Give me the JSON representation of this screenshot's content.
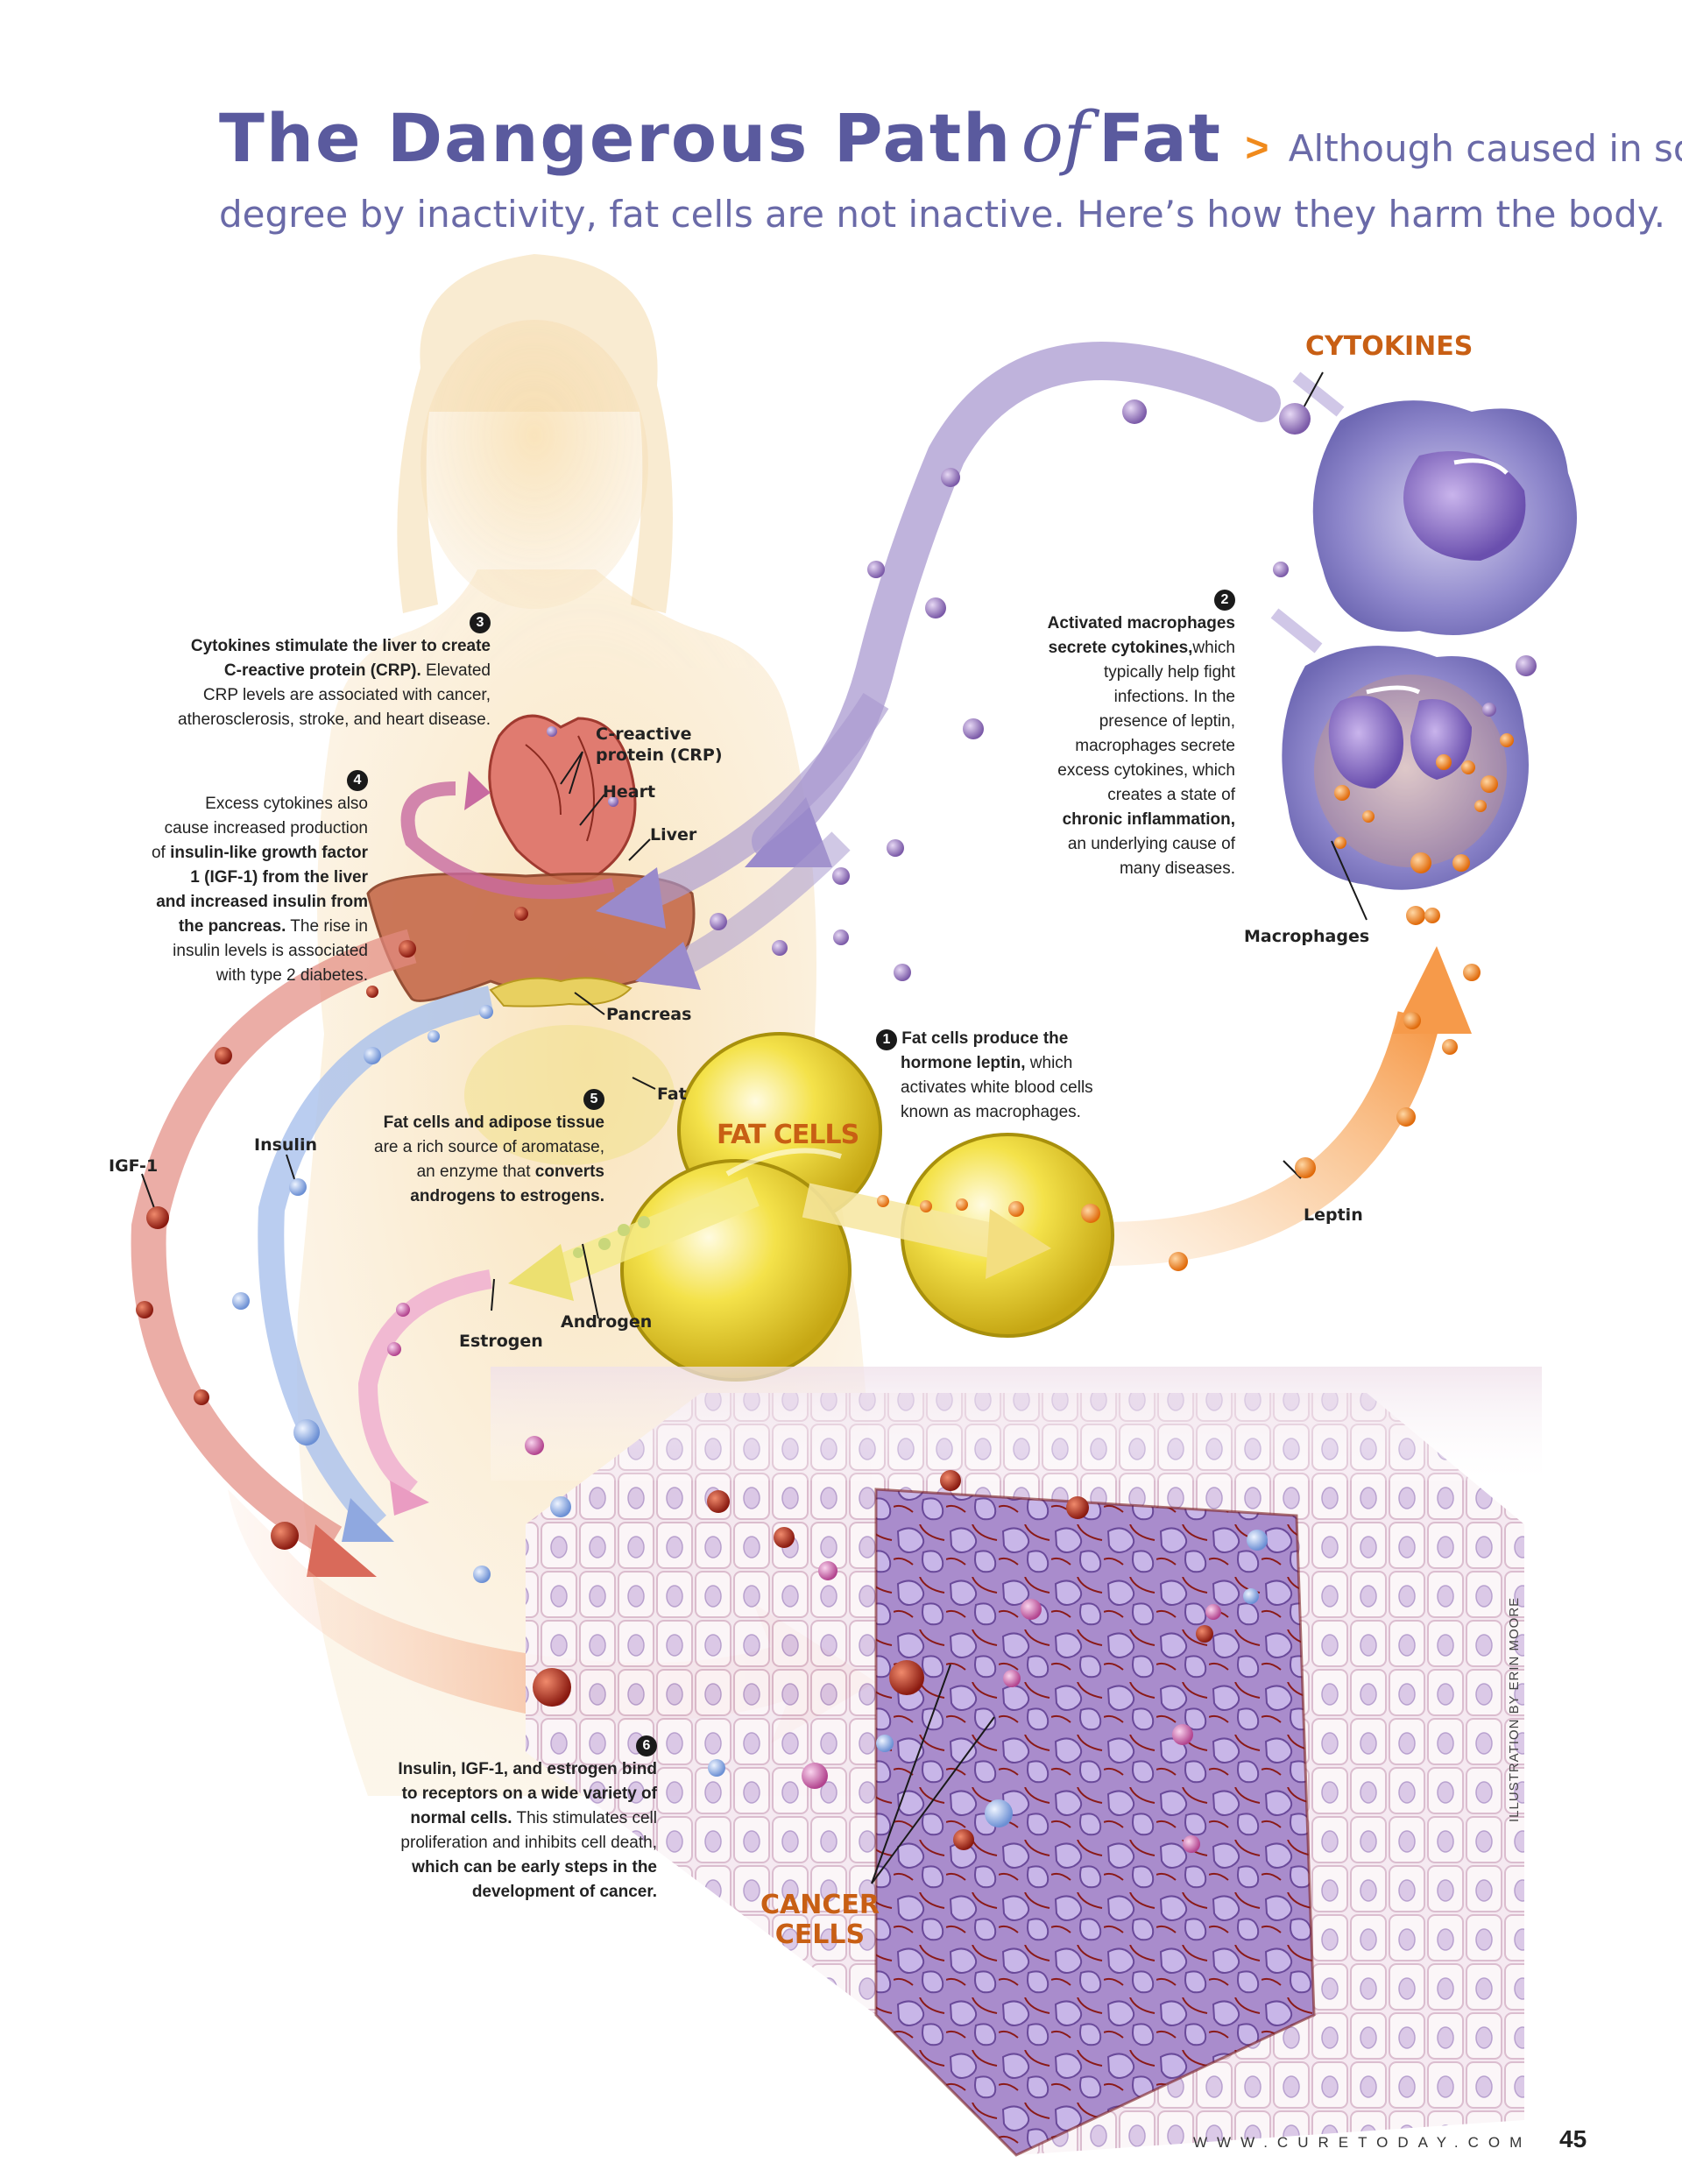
{
  "header": {
    "title_main": "The Dangerous Path",
    "title_of": "of",
    "title_fat": "Fat",
    "chevron": ">",
    "subtitle_line1": "Although caused in some",
    "subtitle_line2": "degree by inactivity, fat cells are not inactive. Here’s how they harm the body."
  },
  "labels": {
    "cytokines": "CYTOKINES",
    "fat_cells": "FAT CELLS",
    "cancer_cells_1": "CANCER",
    "cancer_cells_2": "CELLS",
    "crp_1": "C-reactive",
    "crp_2": "protein (CRP)",
    "heart": "Heart",
    "liver": "Liver",
    "pancreas": "Pancreas",
    "fat": "Fat",
    "insulin": "Insulin",
    "igf1": "IGF-1",
    "estrogen": "Estrogen",
    "androgen": "Androgen",
    "leptin": "Leptin",
    "macrophages": "Macrophages"
  },
  "steps": {
    "s1": {
      "num": "1",
      "b1": "Fat cells produce the",
      "b2": "hormone leptin,",
      "t2": " which",
      "t3": "activates white blood cells",
      "t4": "known as macrophages."
    },
    "s2": {
      "num": "2",
      "b1": "Activated macrophages",
      "b2": "secrete cytokines,",
      "t2": "which",
      "t3": "typically help fight",
      "t4": "infections. In the",
      "t5": "presence of leptin,",
      "t6": "macrophages secrete",
      "t7": "excess cytokines, which",
      "t8": "creates a state of",
      "b9": "chronic inflammation,",
      "t10": "an underlying cause of",
      "t11": "many diseases."
    },
    "s3": {
      "num": "3",
      "b1": "Cytokines stimulate the liver to create",
      "b2": "C-reactive protein (CRP).",
      "t2": " Elevated",
      "t3": "CRP levels are associated with cancer,",
      "t4": "atherosclerosis, stroke, and heart disease."
    },
    "s4": {
      "num": "4",
      "t1": "Excess cytokines also",
      "t2": "cause increased production",
      "t3a": "of ",
      "b3": "insulin-like growth factor",
      "b4": "1 (IGF-1) from the liver",
      "b5": "and increased insulin from",
      "b6": "the pancreas.",
      "t6": " The rise in",
      "t7": "insulin levels is associated",
      "t8": "with type 2 diabetes."
    },
    "s5": {
      "num": "5",
      "b1": "Fat cells and adipose tissue",
      "t2": "are a rich source of aromatase,",
      "t3a": "an enzyme that ",
      "b3": "converts",
      "b4": "androgens to estrogens."
    },
    "s6": {
      "num": "6",
      "b1": "Insulin, IGF-1, and estrogen bind",
      "b2": "to receptors on a wide variety of",
      "b3": "normal cells.",
      "t3": " This stimulates cell",
      "t4": "proliferation and inhibits cell death,",
      "b5": "which can be early steps in the",
      "b6": "development of cancer."
    }
  },
  "footer": {
    "url": "WWW.CURETODAY.COM",
    "page": "45",
    "credit": "ILLUSTRATION BY ERIN MOORE"
  }
}
